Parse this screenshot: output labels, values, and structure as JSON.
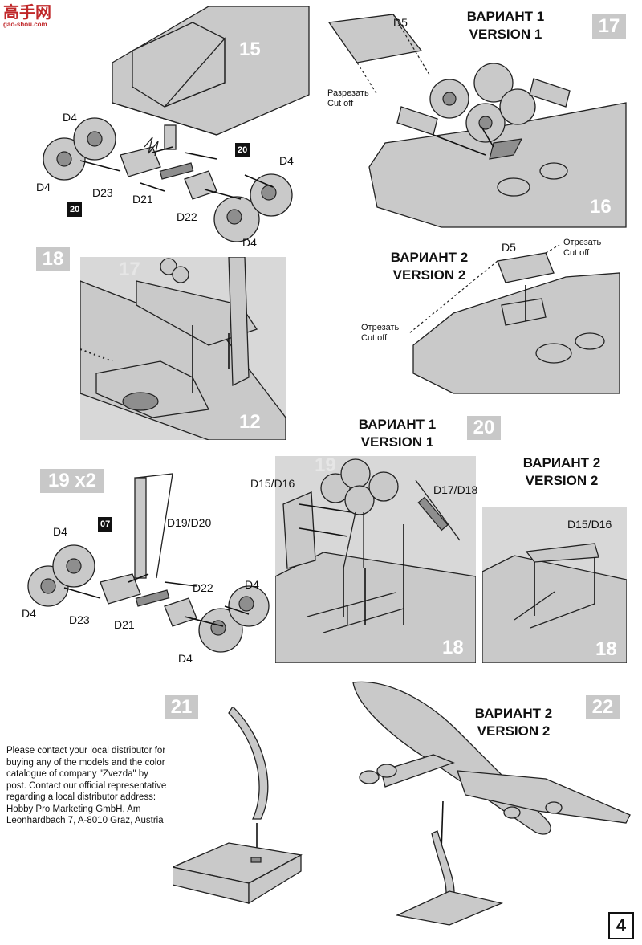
{
  "logo": {
    "title": "高手网",
    "sub": "gao-shou.com"
  },
  "steps": {
    "s15": "15",
    "s16": "16",
    "s17": "17",
    "s18": "18",
    "s12": "12",
    "s19x2": "19 x2",
    "s19": "19",
    "s20": "20",
    "s18b": "18",
    "s18c": "18",
    "s21": "21",
    "s22": "22",
    "s17b": "17"
  },
  "labels": {
    "d4": "D4",
    "d23": "D23",
    "d21": "D21",
    "d22": "D22",
    "d5": "D5",
    "d19d20": "D19/D20",
    "d15d16": "D15/D16",
    "d17d18": "D17/D18",
    "badge20": "20",
    "badge07": "07",
    "cut_ru_1": "Разрезать",
    "cut_en": "Cut off",
    "cut_ru_2": "Отрезать"
  },
  "variants": {
    "v1_ru": "ВАРИАНТ 1",
    "v1_en": "VERSION 1",
    "v2_ru": "ВАРИАНТ 2",
    "v2_en": "VERSION 2"
  },
  "note": "Please contact your local distributor for buying any of the models and the color catalogue of company \"Zvezda\" by post. Contact our official representative regarding a local distributor address: Hobby Pro Marketing GmbH, Am Leonhardbach 7, A-8010 Graz, Austria",
  "page_number": "4",
  "colors": {
    "panel": "#d8d8d8",
    "step_box": "#c8c8c8",
    "ink": "#111111"
  }
}
